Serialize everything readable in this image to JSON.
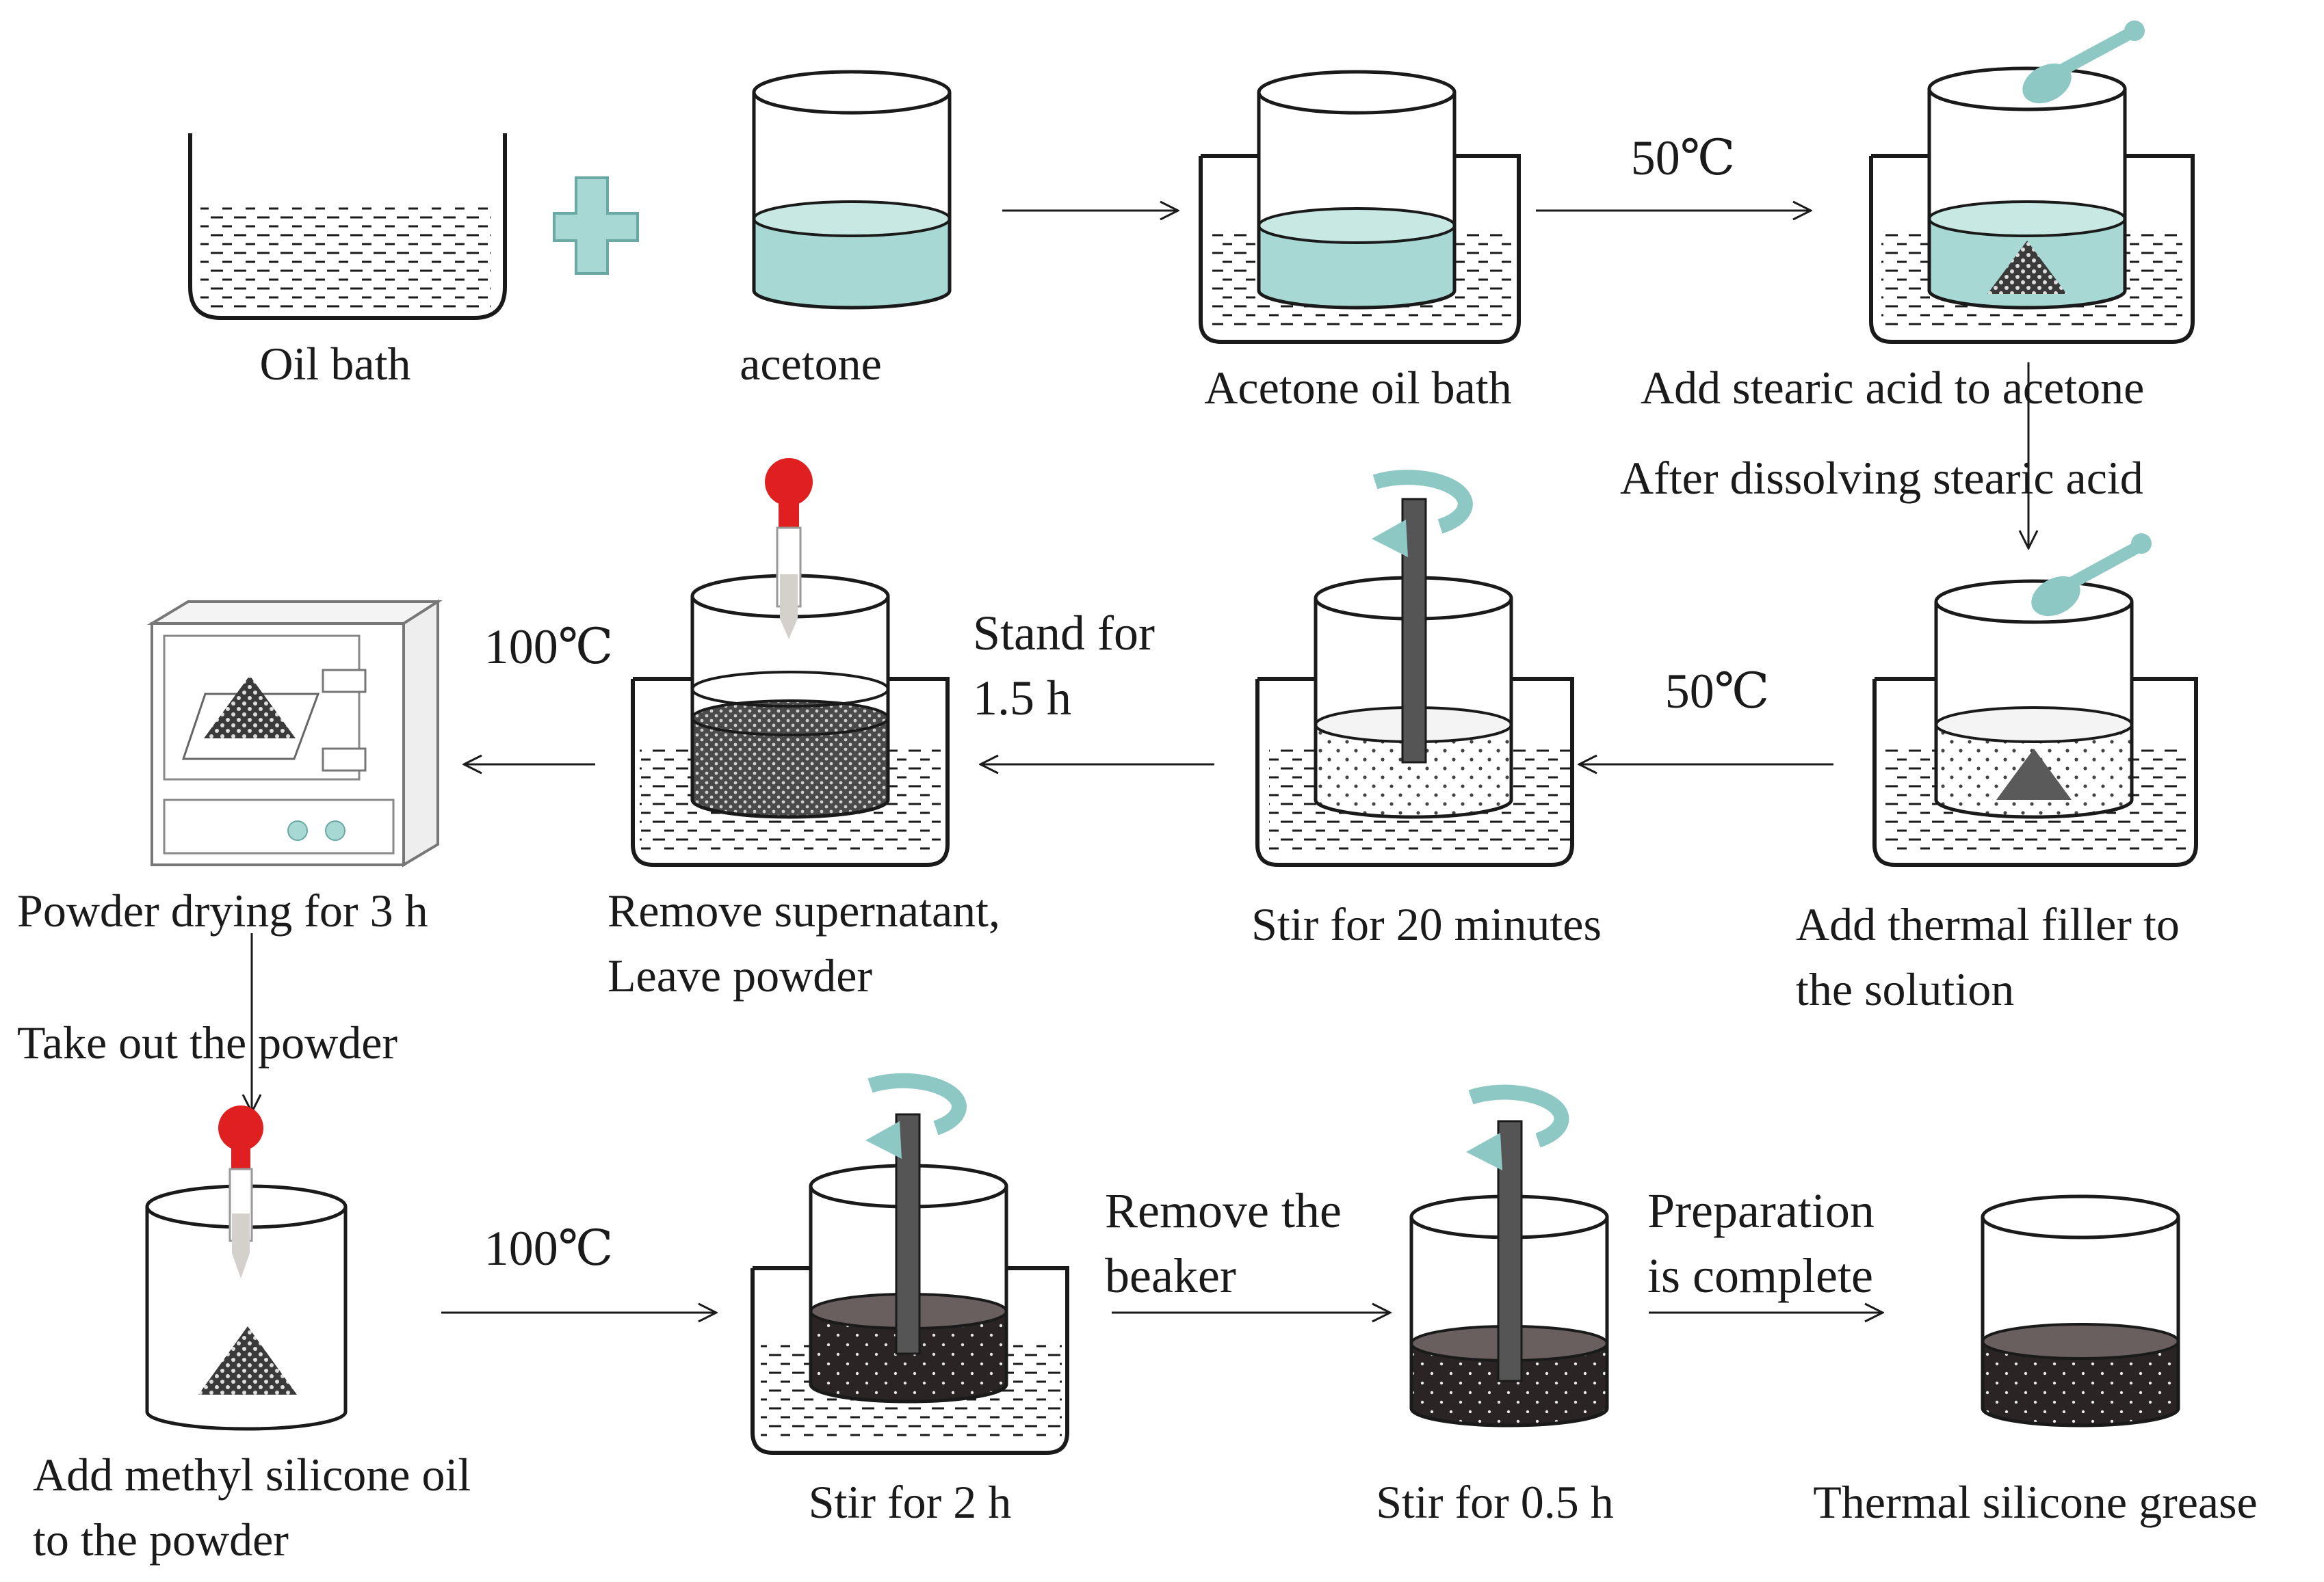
{
  "steps": {
    "oil_bath": "Oil bath",
    "acetone": "acetone",
    "acetone_oil_bath": "Acetone oil bath",
    "add_stearic": "Add stearic acid to acetone",
    "after_dissolving": "After dissolving stearic acid",
    "add_filler_1": "Add thermal filler to",
    "add_filler_2": "the solution",
    "stir_20": "Stir for 20 minutes",
    "remove_super_1": "Remove supernatant,",
    "remove_super_2": "Leave powder",
    "powder_drying": "Powder drying for 3 h",
    "take_out": "Take out the powder",
    "add_methyl_1": "Add methyl silicone oil",
    "add_methyl_2": "to the powder",
    "stir_2h": "Stir for 2 h",
    "stir_05h": "Stir for 0.5 h",
    "grease": "Thermal silicone grease"
  },
  "conditions": {
    "t50_a": "50℃",
    "t50_b": "50℃",
    "t100_a": "100℃",
    "t100_b": "100℃",
    "stand_1": "Stand for",
    "stand_2": "1.5 h",
    "remove_beaker_1": "Remove the",
    "remove_beaker_2": "beaker",
    "prep_complete_1": "Preparation",
    "prep_complete_2": "is complete"
  },
  "colors": {
    "acetone_liquid": "#a8d8d4",
    "outline": "#1a1a1a",
    "dropper_bulb": "#e02020",
    "stir_rod": "#555555",
    "rotation_arrow": "#8ec8c4",
    "grease": "#2a2424"
  }
}
